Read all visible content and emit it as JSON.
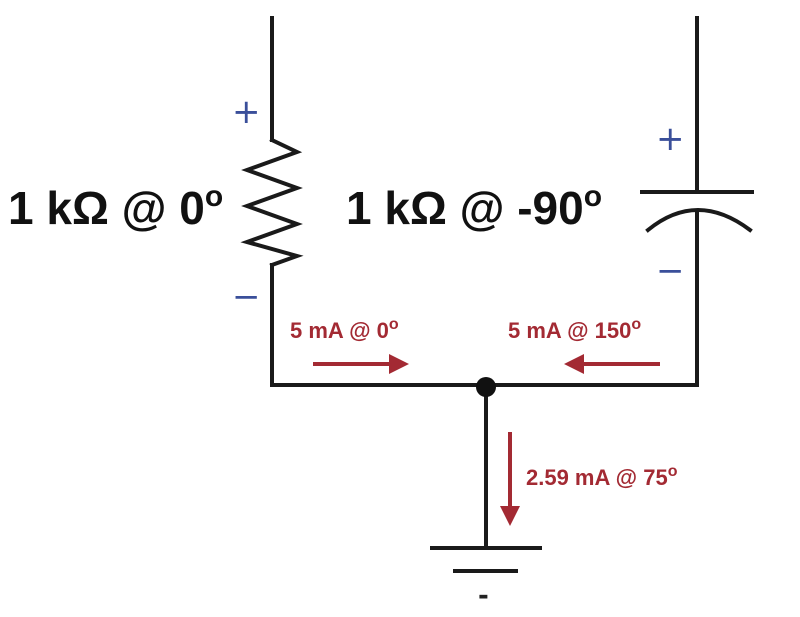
{
  "colors": {
    "wire": "#1a1a1a",
    "current": "#a32a33",
    "polarity": "#3a4f9a"
  },
  "resistor": {
    "value": "1 kΩ @ 0",
    "degree": "o",
    "plus": "+",
    "minus": "−"
  },
  "capacitor": {
    "value": "1 kΩ @ -90",
    "degree": "o",
    "plus": "+",
    "minus": "−"
  },
  "currents": {
    "left": {
      "value": "5 mA @ 0",
      "degree": "o"
    },
    "right": {
      "value": "5 mA @ 150",
      "degree": "o"
    },
    "down": {
      "value": "2.59 mA @ 75",
      "degree": "o"
    }
  },
  "ground": {
    "sign": "-"
  }
}
